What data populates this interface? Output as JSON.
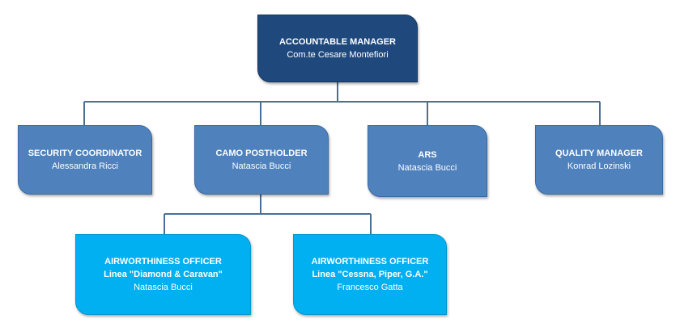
{
  "org_chart": {
    "accountable_manager": {
      "role": "ACCOUNTABLE MANAGER",
      "person": "Com.te Cesare Montefiori",
      "color": "#1f497d"
    },
    "direct_reports": [
      {
        "role": "SECURITY COORDINATOR",
        "person": "Alessandra Ricci",
        "color": "#4f81bd"
      },
      {
        "role": "CAMO POSTHOLDER",
        "person": "Natascia Bucci",
        "color": "#4f81bd"
      },
      {
        "role": "ARS",
        "person": "Natascia Bucci",
        "color": "#4f81bd"
      },
      {
        "role": "QUALITY MANAGER",
        "person": "Konrad Lozinski",
        "color": "#4f81bd"
      }
    ],
    "camo_reports": [
      {
        "role": "AIRWORTHINESS OFFICER",
        "line": "Linea \"Diamond & Caravan\"",
        "person": "Natascia Bucci",
        "color": "#00b0f0"
      },
      {
        "role": "AIRWORTHINESS OFFICER",
        "line": "Linea \"Cessna, Piper, G.A.\"",
        "person": "Francesco Gatta",
        "color": "#00b0f0"
      }
    ],
    "connector_color": "#4a6f96"
  }
}
